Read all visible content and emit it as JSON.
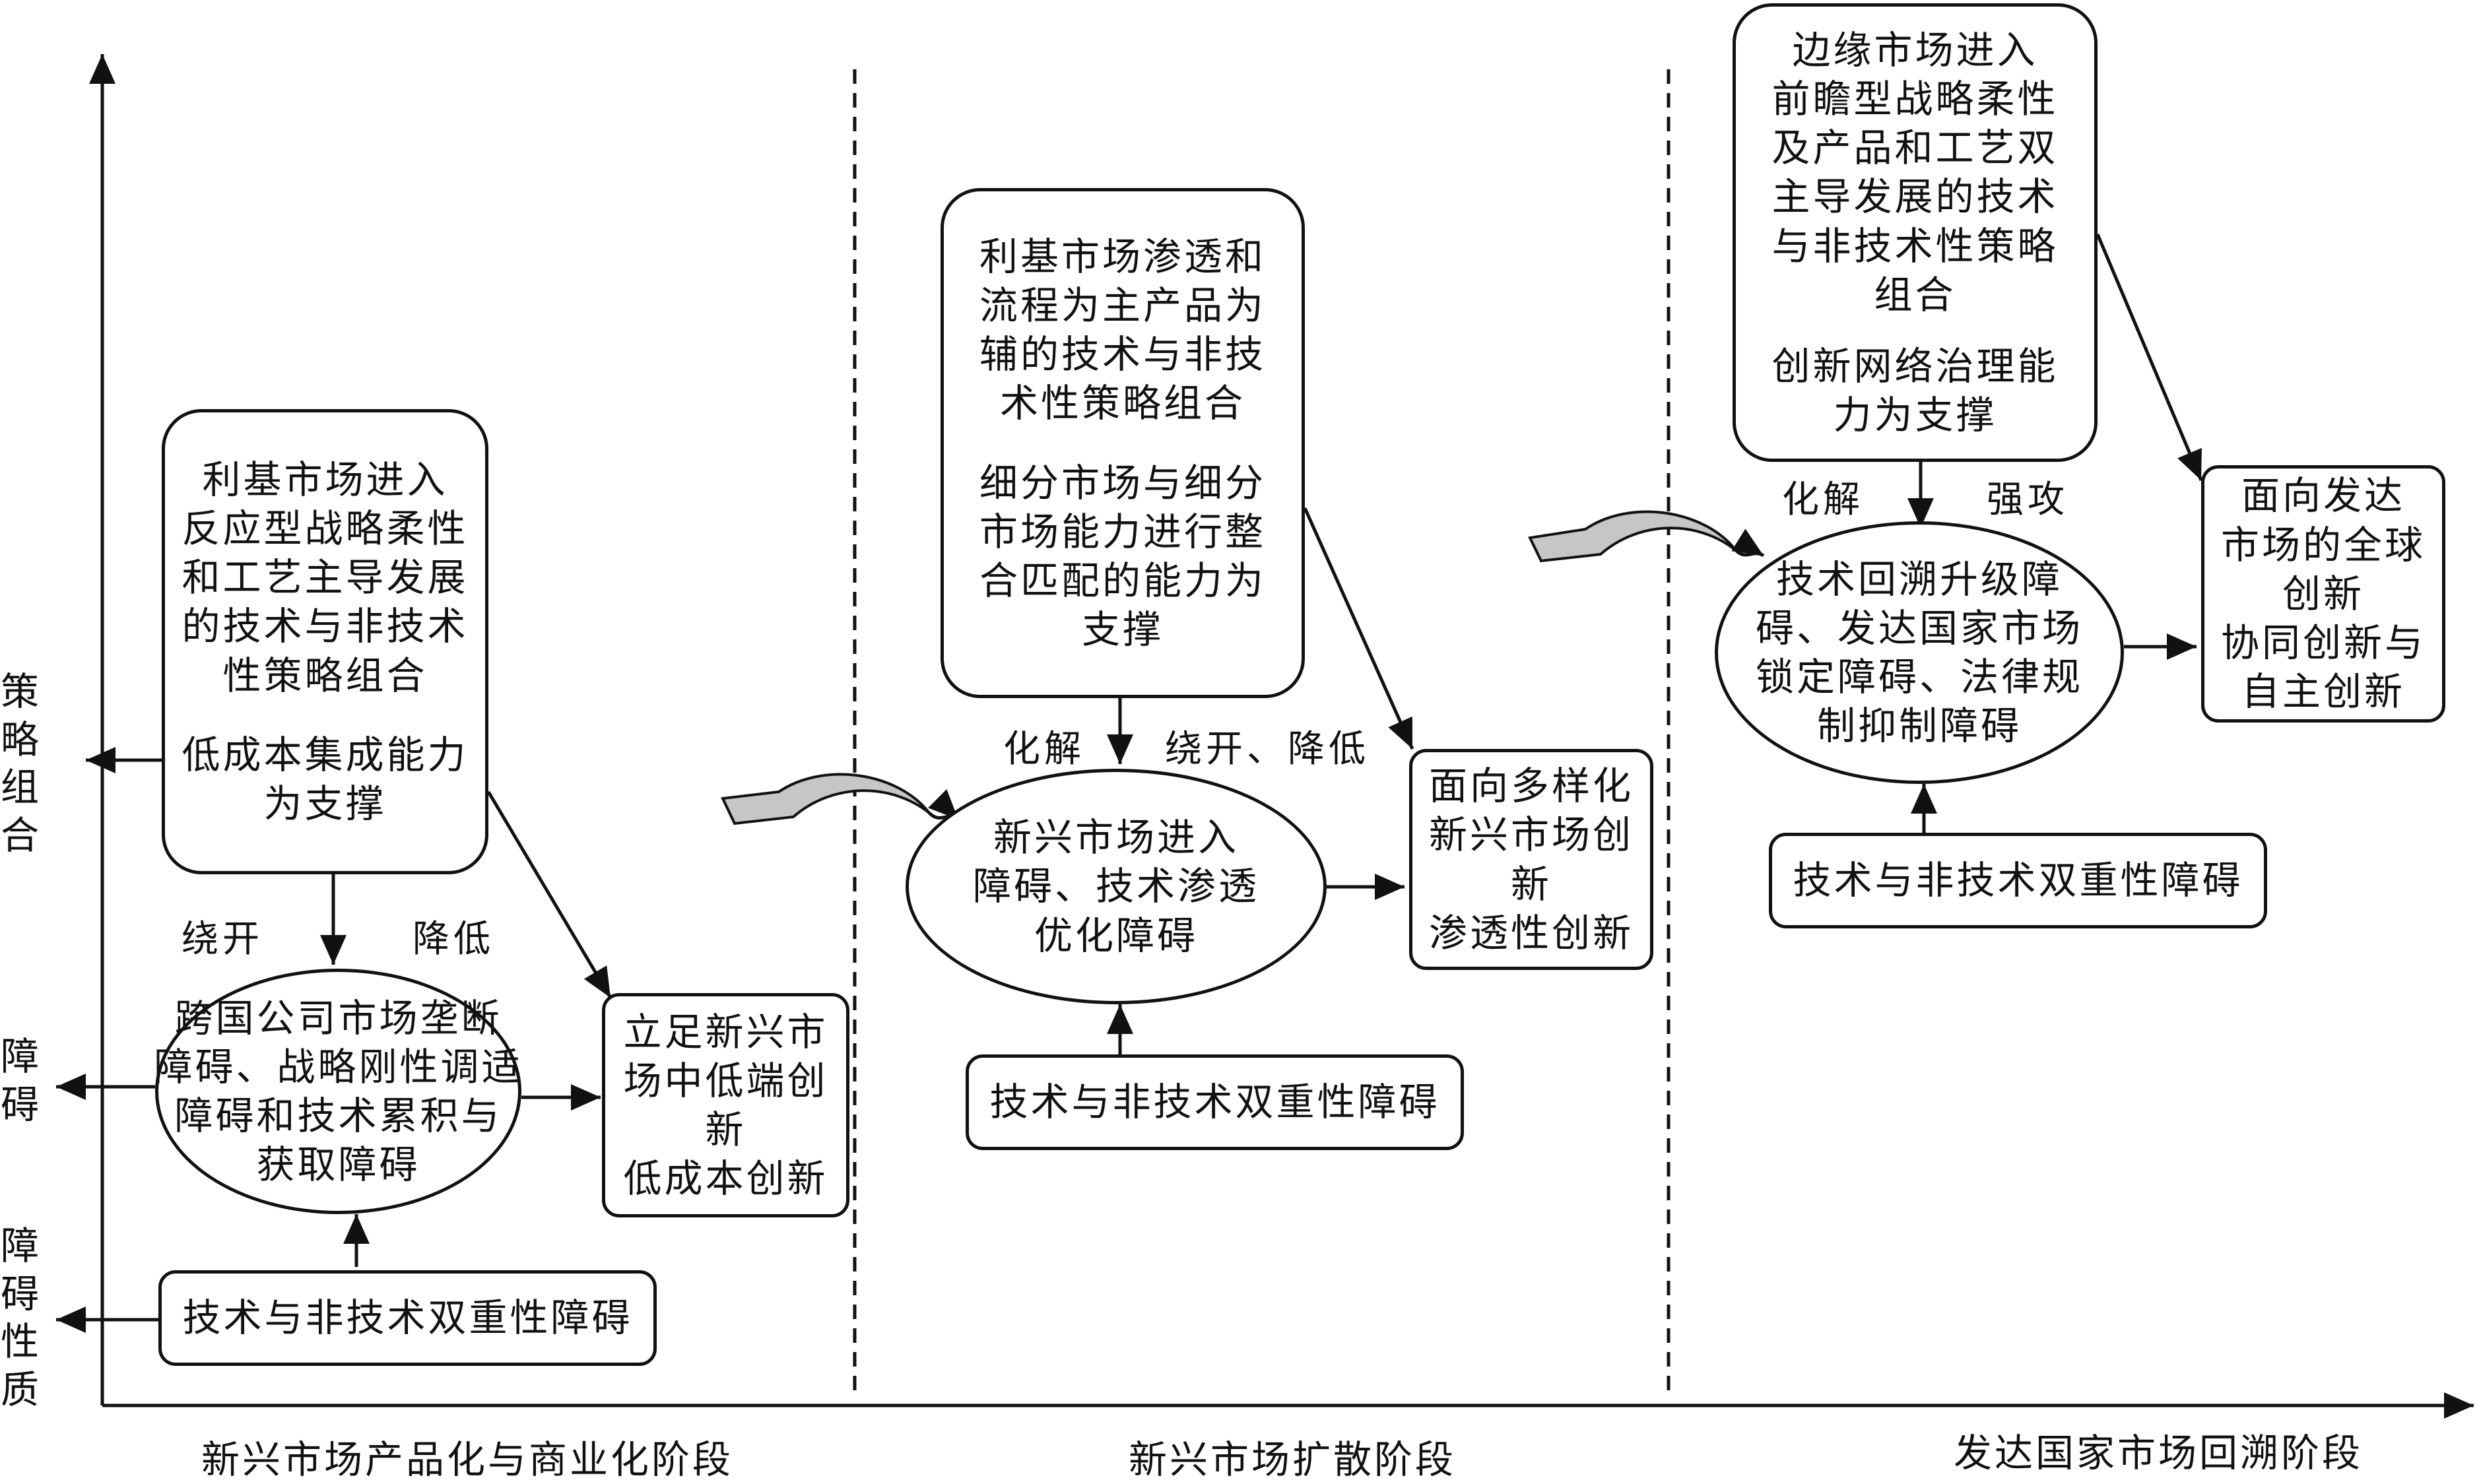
{
  "y_axis_labels": {
    "strategy": [
      "策",
      "略",
      "组",
      "合"
    ],
    "barrier": [
      "障",
      "碍"
    ],
    "barrier_nature": [
      "障",
      "碍",
      "性",
      "质"
    ]
  },
  "stages": [
    "新兴市场产品化与商业化阶段",
    "新兴市场扩散阶段",
    "发达国家市场回溯阶段"
  ],
  "stage1": {
    "strategy_box": {
      "lines_a": [
        "利基市场进入",
        "反应型战略柔性",
        "和工艺主导发展",
        "的技术与非技术",
        "性策略组合"
      ],
      "lines_b": [
        "低成本集成能力",
        "为支撑"
      ]
    },
    "label_left": "绕开",
    "label_right": "降低",
    "barrier_ellipse": [
      "跨国公司市场垄断",
      "障碍、战略刚性调适",
      "障碍和技术累积与",
      "获取障碍"
    ],
    "nature_box": "技术与非技术双重性障碍",
    "result_box": [
      "立足新兴市",
      "场中低端创",
      "新",
      "低成本创新"
    ]
  },
  "stage2": {
    "strategy_box": {
      "lines_a": [
        "利基市场渗透和",
        "流程为主产品为",
        "辅的技术与非技",
        "术性策略组合"
      ],
      "lines_b": [
        "细分市场与细分",
        "市场能力进行整",
        "合匹配的能力为",
        "支撑"
      ]
    },
    "label_left": "化解",
    "label_right": "绕开、降低",
    "barrier_ellipse": [
      "新兴市场进入",
      "障碍、技术渗透",
      "优化障碍"
    ],
    "nature_box": "技术与非技术双重性障碍",
    "result_box": [
      "面向多样化",
      "新兴市场创",
      "新",
      "渗透性创新"
    ]
  },
  "stage3": {
    "strategy_box": {
      "lines_a": [
        "边缘市场进入",
        "前瞻型战略柔性",
        "及产品和工艺双",
        "主导发展的技术",
        "与非技术性策略",
        "组合"
      ],
      "lines_b": [
        "创新网络治理能",
        "力为支撑"
      ]
    },
    "label_left": "化解",
    "label_right": "强攻",
    "barrier_ellipse": [
      "技术回溯升级障",
      "碍、发达国家市场",
      "锁定障碍、法律规",
      "制抑制障碍"
    ],
    "nature_box": "技术与非技术双重性障碍",
    "result_box": [
      "面向发达",
      "市场的全球",
      "创新",
      "协同创新与",
      "自主创新"
    ]
  }
}
